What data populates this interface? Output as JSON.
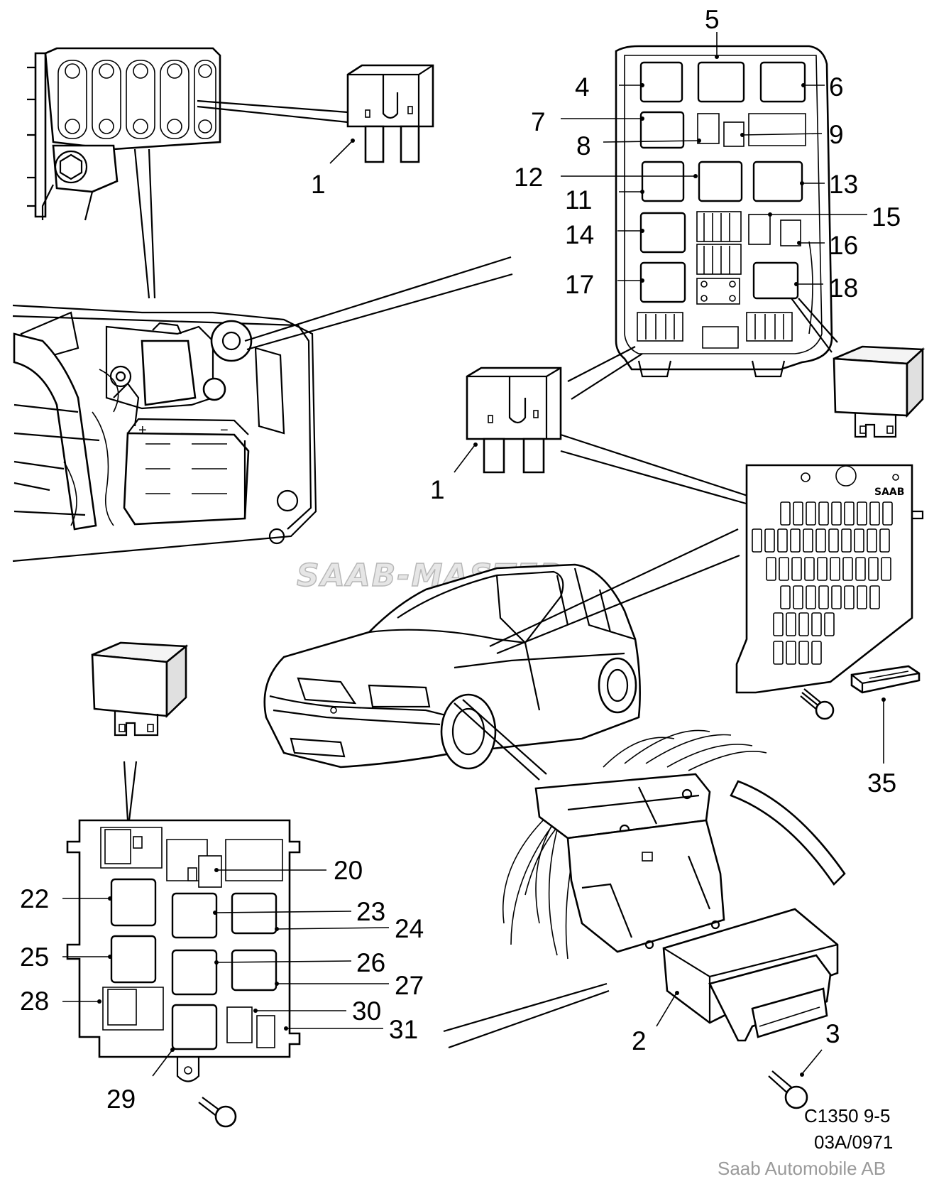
{
  "labels": {
    "l1_top": "1",
    "l5": "5",
    "l4": "4",
    "l6": "6",
    "l7": "7",
    "l8": "8",
    "l9": "9",
    "l12": "12",
    "l11": "11",
    "l13": "13",
    "l14": "14",
    "l15": "15",
    "l16": "16",
    "l17": "17",
    "l18": "18",
    "l1_mid": "1",
    "l35": "35",
    "l20": "20",
    "l22": "22",
    "l23": "23",
    "l24": "24",
    "l25": "25",
    "l26": "26",
    "l27": "27",
    "l28": "28",
    "l30": "30",
    "l31": "31",
    "l29": "29",
    "l2": "2",
    "l3": "3"
  },
  "footer": {
    "code": "C1350 9-5",
    "date": "03A/0971",
    "company": "Saab Automobile AB"
  },
  "watermark": "SAAB-MASTER",
  "fuse_box_brand": "SAAB"
}
